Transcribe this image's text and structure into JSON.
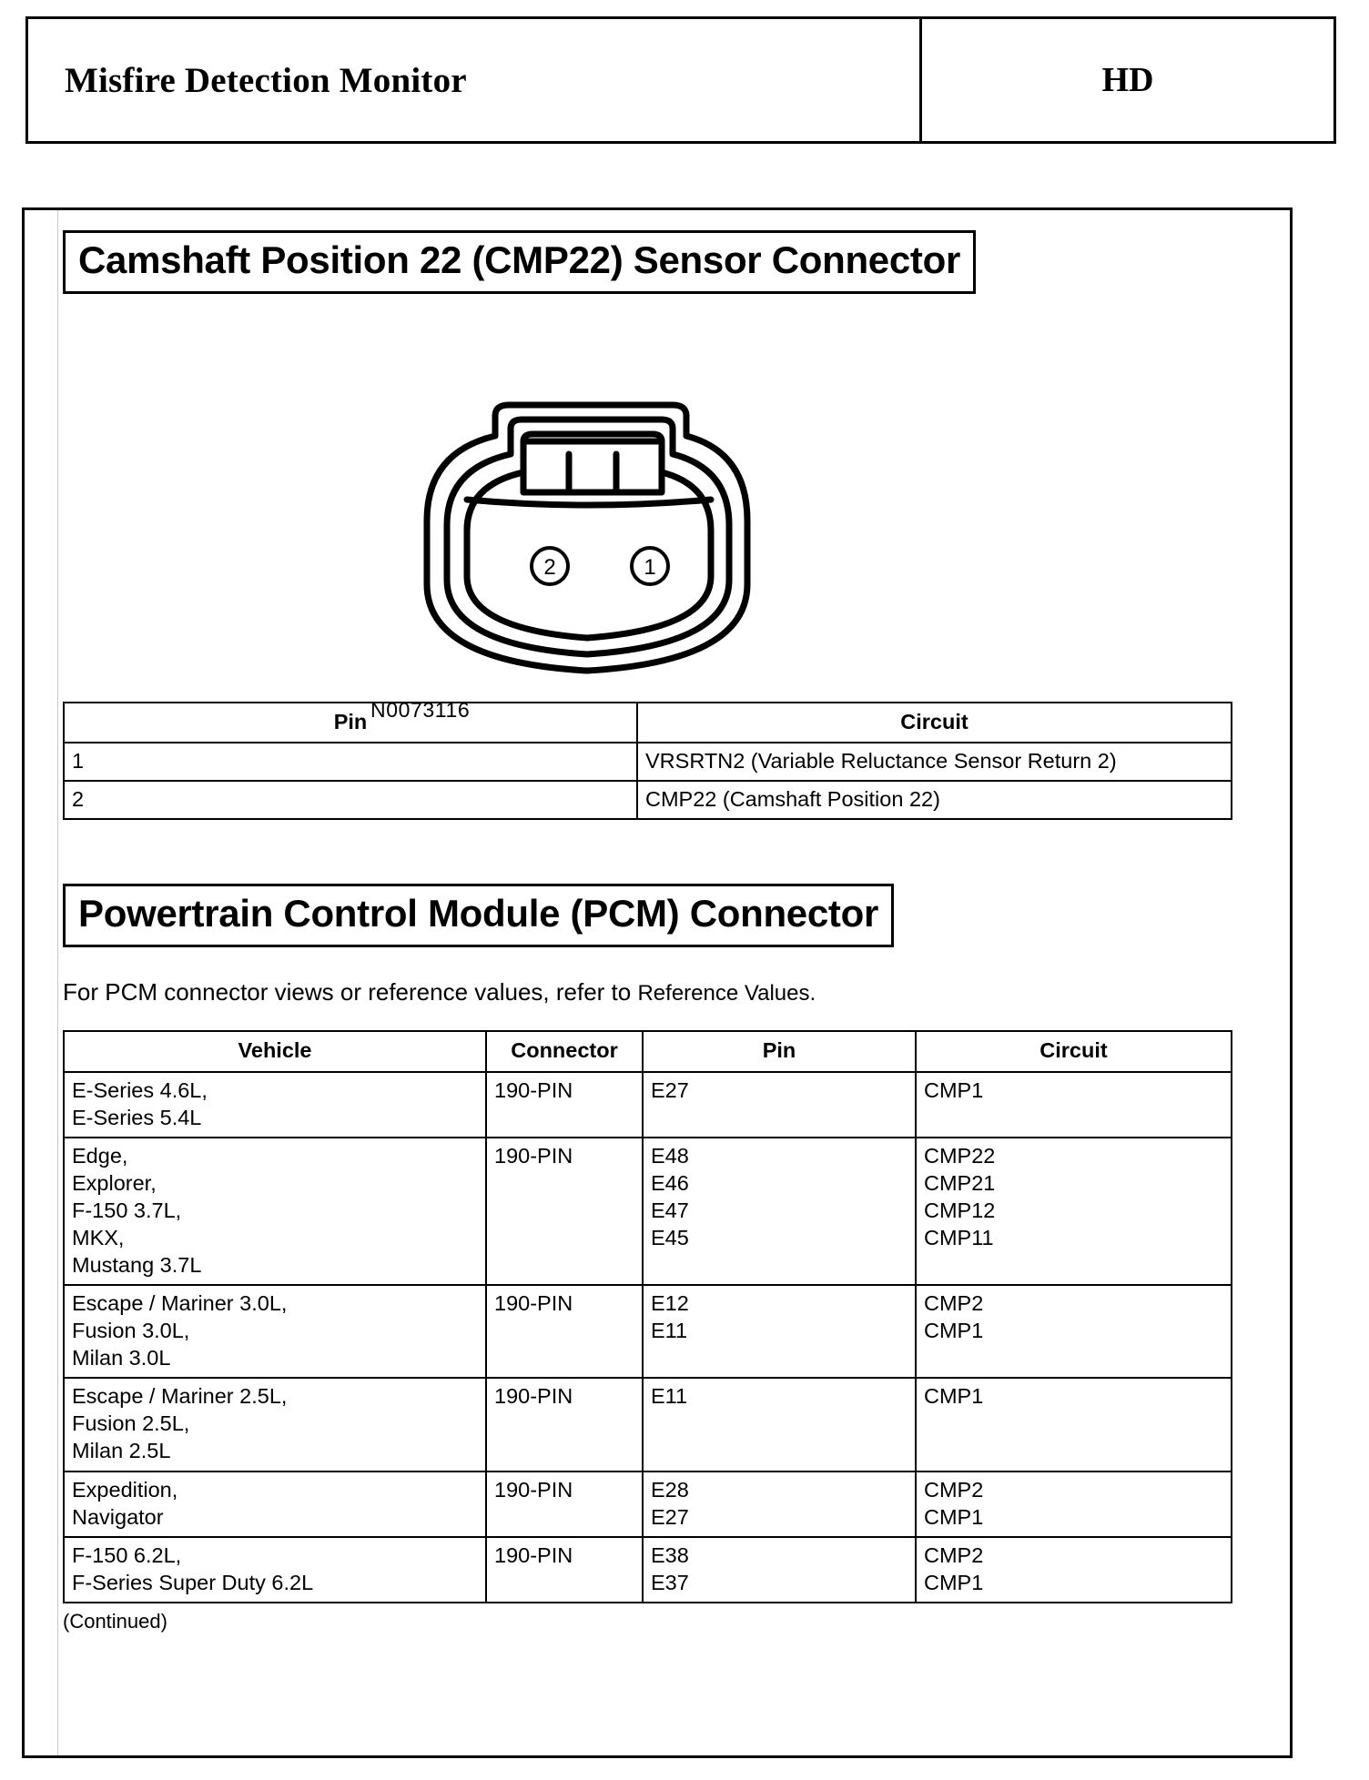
{
  "header": {
    "title": "Misfire Detection Monitor",
    "code": "HD"
  },
  "sections": {
    "cmp22": {
      "title": "Camshaft Position 22 (CMP22) Sensor Connector",
      "diagram_ref": "N0073116",
      "diagram_pin_labels": [
        "2",
        "1"
      ],
      "table": {
        "headers": [
          "Pin",
          "Circuit"
        ],
        "rows": [
          {
            "pin": "1",
            "circuit": "VRSRTN2 (Variable Reluctance Sensor Return 2)"
          },
          {
            "pin": "2",
            "circuit": "CMP22 (Camshaft Position 22)"
          }
        ]
      }
    },
    "pcm": {
      "title": "Powertrain Control Module (PCM) Connector",
      "note_prefix": "For PCM connector views or reference values, refer to ",
      "note_link": "Reference Values.",
      "table": {
        "headers": [
          "Vehicle",
          "Connector",
          "Pin",
          "Circuit"
        ],
        "rows": [
          {
            "vehicle": "E-Series 4.6L,\nE-Series 5.4L",
            "connector": "190-PIN",
            "pin": "E27",
            "circuit": "CMP1"
          },
          {
            "vehicle": "Edge,\nExplorer,\nF-150 3.7L,\nMKX,\nMustang 3.7L",
            "connector": "190-PIN",
            "pin": "E48\nE46\nE47\nE45",
            "circuit": "CMP22\nCMP21\nCMP12\nCMP11"
          },
          {
            "vehicle": "Escape / Mariner 3.0L,\nFusion 3.0L,\nMilan 3.0L",
            "connector": "190-PIN",
            "pin": "E12\nE11",
            "circuit": "CMP2\nCMP1"
          },
          {
            "vehicle": "Escape / Mariner 2.5L,\nFusion 2.5L,\nMilan 2.5L",
            "connector": "190-PIN",
            "pin": "E11",
            "circuit": "CMP1"
          },
          {
            "vehicle": "Expedition,\nNavigator",
            "connector": "190-PIN",
            "pin": "E28\nE27",
            "circuit": "CMP2\nCMP1"
          },
          {
            "vehicle": "F-150 6.2L,\nF-Series Super Duty 6.2L",
            "connector": "190-PIN",
            "pin": "E38\nE37",
            "circuit": "CMP2\nCMP1"
          }
        ]
      },
      "continued": "(Continued)"
    }
  },
  "colors": {
    "ink": "#000000",
    "paper": "#ffffff"
  }
}
